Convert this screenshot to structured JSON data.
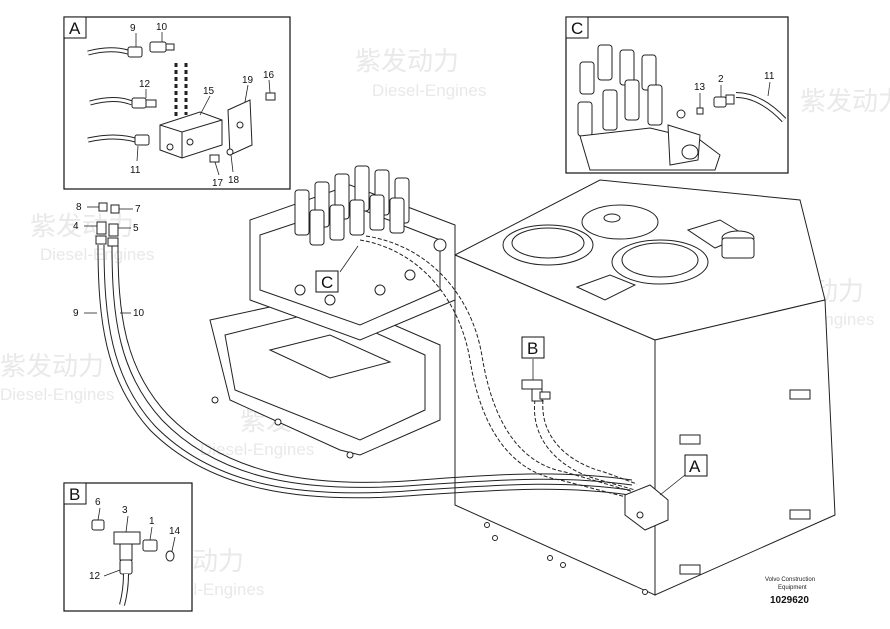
{
  "watermark": {
    "logo_text": "紫发动力",
    "sub_text": "Diesel-Engines"
  },
  "callout_letters": {
    "a": "A",
    "b": "B",
    "c": "C"
  },
  "detail_a_labels": {
    "n9": "9",
    "n10": "10",
    "n12": "12",
    "n15": "15",
    "n19": "19",
    "n16": "16",
    "n11": "11",
    "n17": "17",
    "n18": "18"
  },
  "detail_b_labels": {
    "n6": "6",
    "n3": "3",
    "n1": "1",
    "n14": "14",
    "n12": "12"
  },
  "detail_c_labels": {
    "n13": "13",
    "n2": "2",
    "n11": "11"
  },
  "main_labels": {
    "n8": "8",
    "n7": "7",
    "n4": "4",
    "n5": "5",
    "n9": "9",
    "n10": "10"
  },
  "credit": {
    "line1": "Volvo Construction",
    "line2": "Equipment"
  },
  "part_number": "1029620"
}
